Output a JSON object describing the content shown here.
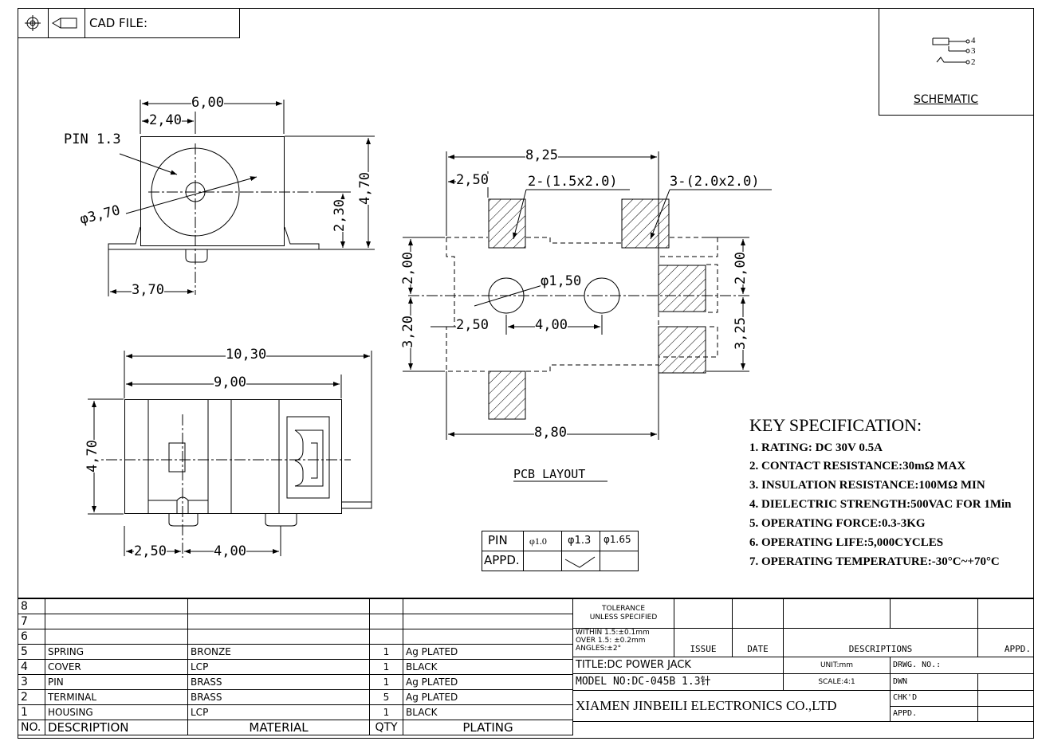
{
  "cad_box": {
    "label": "CAD FILE:"
  },
  "schematic": {
    "title": "SCHEMATIC",
    "pins": [
      "4",
      "3",
      "2"
    ]
  },
  "top_view": {
    "dim_width": "6,00",
    "dim_offset": "2,40",
    "pin_label": "PIN 1.3",
    "dim_diameter": "φ3,70",
    "dim_height_half": "2,30",
    "dim_height": "4,70",
    "dim_base": "3,70"
  },
  "side_view": {
    "dim_overall": "10,30",
    "dim_body": "9,00",
    "dim_height": "4,70",
    "dim_pin_offset": "2,50",
    "dim_pin_pitch": "4,00"
  },
  "pcb": {
    "dim_total": "8,25",
    "dim_left": "2,50",
    "slot_small": "2-(1.5x2.0)",
    "slot_large": "3-(2.0x2.0)",
    "dim_hole_dia": "φ1,50",
    "dim_left_v": "2,00",
    "dim_left_v2": "3,20",
    "dim_hole_off": "2,50",
    "dim_hole_pitch": "4,00",
    "dim_right_v": "2,00",
    "dim_right_v2": "3,25",
    "dim_bottom": "8,80",
    "caption": "PCB LAYOUT"
  },
  "pin_table": {
    "headers": [
      "PIN",
      "φ1.0",
      "φ1.3",
      "φ1.65"
    ],
    "row_label": "APPD."
  },
  "specs": {
    "title": "KEY SPECIFICATION:",
    "items": [
      "1. RATING: DC 30V  0.5A",
      "2. CONTACT RESISTANCE:30mΩ MAX",
      "3. INSULATION RESISTANCE:100MΩ MIN",
      "4. DIELECTRIC STRENGTH:500VAC FOR 1Min",
      "5. OPERATING FORCE:0.3-3KG",
      "6. OPERATING LIFE:5,000CYCLES",
      "7. OPERATING TEMPERATURE:-30°C~+70°C"
    ]
  },
  "bom": {
    "rows": [
      {
        "no": "8",
        "desc": "",
        "mat": "",
        "qty": "",
        "plat": ""
      },
      {
        "no": "7",
        "desc": "",
        "mat": "",
        "qty": "",
        "plat": ""
      },
      {
        "no": "6",
        "desc": "",
        "mat": "",
        "qty": "",
        "plat": ""
      },
      {
        "no": "5",
        "desc": "SPRING",
        "mat": "BRONZE",
        "qty": "1",
        "plat": "Ag PLATED"
      },
      {
        "no": "4",
        "desc": "COVER",
        "mat": "LCP",
        "qty": "1",
        "plat": "BLACK"
      },
      {
        "no": "3",
        "desc": "PIN",
        "mat": "BRASS",
        "qty": "1",
        "plat": "Ag PLATED"
      },
      {
        "no": "2",
        "desc": "TERMINAL",
        "mat": "BRASS",
        "qty": "5",
        "plat": "Ag PLATED"
      },
      {
        "no": "1",
        "desc": "HOUSING",
        "mat": "LCP",
        "qty": "1",
        "plat": "BLACK"
      }
    ],
    "header": {
      "no": "NO.",
      "desc": "DESCRIPTION",
      "mat": "MATERIAL",
      "qty": "QTY",
      "plat": "PLATING"
    }
  },
  "title_block": {
    "tolerance_1": "TOLERANCE",
    "tolerance_2": "UNLESS SPECIFIED",
    "tol_within": "WITHIN 1.5:±0.1mm",
    "tol_over": "OVER 1.5:  ±0.2mm",
    "tol_angles": "ANGLES:±2°",
    "issue": "ISSUE",
    "date": "DATE",
    "descriptions": "DESCRIPTIONS",
    "appd": "APPD.",
    "title": "TITLE:DC POWER JACK",
    "unit": "UNIT:mm",
    "drwg_no": "DRWG. NO.:",
    "model": "MODEL NO:DC-045B 1.3针",
    "scale": "SCALE:4:1",
    "dwn": "DWN",
    "chkd": "CHK'D",
    "appd2": "APPD.",
    "company": "XIAMEN JINBEILI ELECTRONICS CO.,LTD"
  }
}
